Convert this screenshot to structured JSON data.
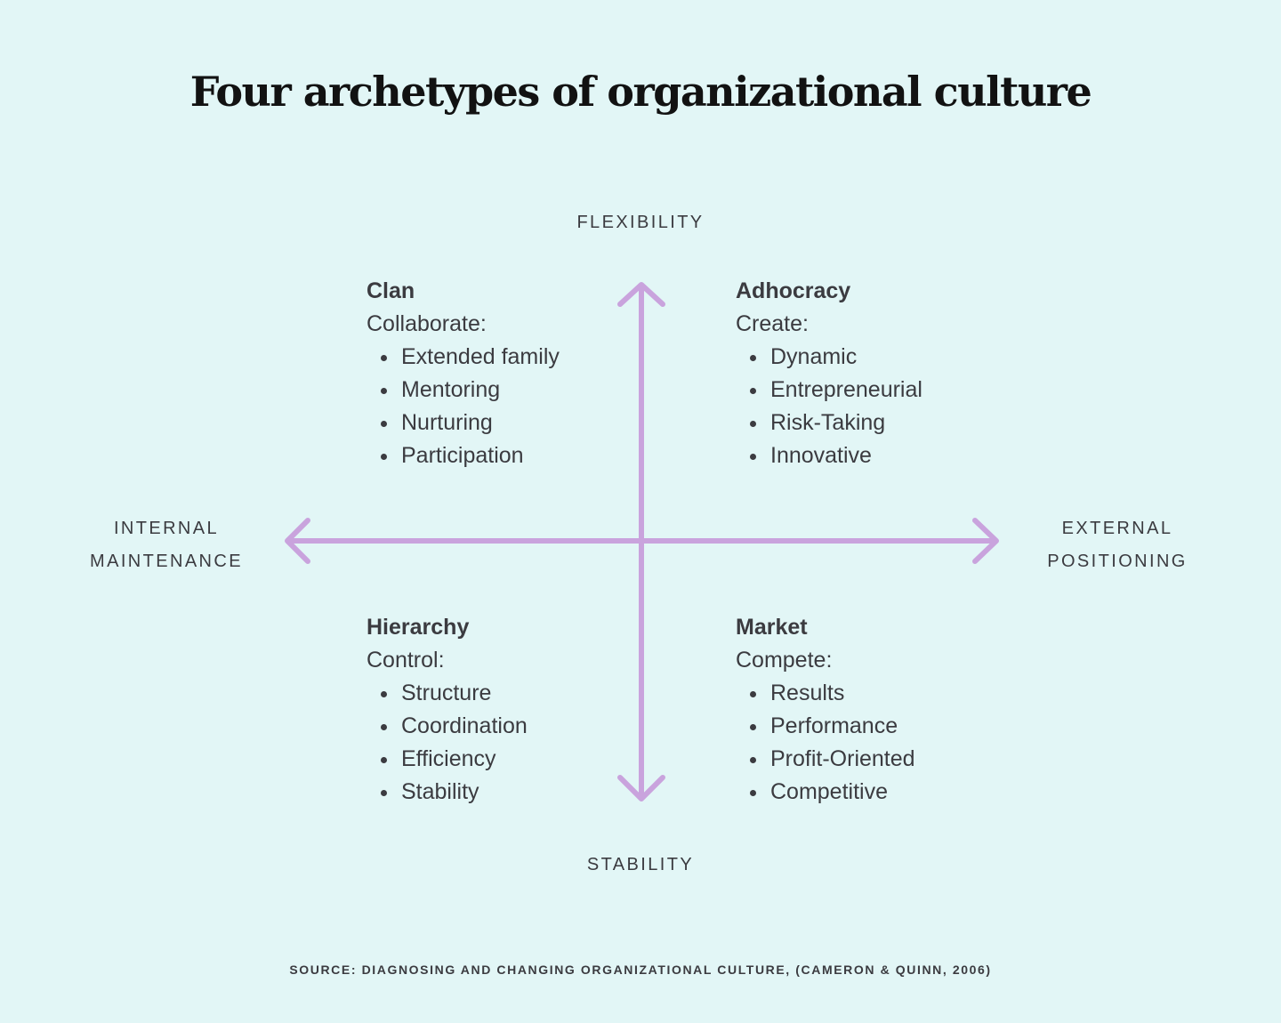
{
  "title": "Four archetypes of organizational culture",
  "axes": {
    "top": "FLEXIBILITY",
    "bottom": "STABILITY",
    "left": [
      "INTERNAL",
      "MAINTENANCE"
    ],
    "right": [
      "EXTERNAL",
      "POSITIONING"
    ]
  },
  "quadrants": {
    "clan": {
      "title": "Clan",
      "verb": "Collaborate:",
      "items": [
        "Extended family",
        "Mentoring",
        "Nurturing",
        "Participation"
      ]
    },
    "adhocracy": {
      "title": "Adhocracy",
      "verb": "Create:",
      "items": [
        "Dynamic",
        "Entrepreneurial",
        "Risk-Taking",
        "Innovative"
      ]
    },
    "hierarchy": {
      "title": "Hierarchy",
      "verb": "Control:",
      "items": [
        "Structure",
        "Coordination",
        "Efficiency",
        "Stability"
      ]
    },
    "market": {
      "title": "Market",
      "verb": "Compete:",
      "items": [
        "Results",
        "Performance",
        "Profit-Oriented",
        "Competitive"
      ]
    }
  },
  "source": "SOURCE: DIAGNOSING AND CHANGING ORGANIZATIONAL CULTURE, (CAMERON & QUINN, 2006)",
  "colors": {
    "background": "#e2f6f6",
    "arrow": "#c9a3dd",
    "text": "#3b3b40"
  }
}
